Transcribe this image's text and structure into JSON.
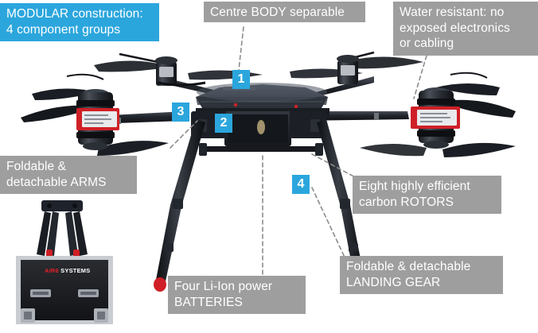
{
  "title": "AIR6 SYSTEMS modular drone annotated diagram",
  "colors": {
    "accent_blue": "#2ba6dd",
    "callout_gray": "#9e9e9e",
    "callout_text": "#ffffff",
    "brand_red": "#e02027",
    "body_dark": "#1e222a",
    "leader_line": "#8c8c8c",
    "background": "#ffffff"
  },
  "callouts": {
    "modular": {
      "text": "MODULAR construction:\n4 component groups",
      "style": "accent"
    },
    "centre_body": {
      "text": "Centre BODY separable",
      "style": "gray"
    },
    "water_resistant": {
      "text": "Water resistant: no\nexposed electronics\nor cabling",
      "style": "gray"
    },
    "arms": {
      "text": "Foldable &\ndetachable ARMS",
      "style": "gray"
    },
    "rotors": {
      "text": "Eight highly efficient\ncarbon ROTORS",
      "style": "gray"
    },
    "landing_gear": {
      "text": "Foldable & detachable\nLANDING GEAR",
      "style": "gray"
    },
    "batteries": {
      "text": "Four Li-Ion power\nBATTERIES",
      "style": "gray"
    }
  },
  "badges": [
    {
      "number": "1",
      "refers_to": "Centre BODY separable"
    },
    {
      "number": "2",
      "refers_to": "Four Li-Ion power BATTERIES"
    },
    {
      "number": "3",
      "refers_to": "Foldable & detachable ARMS"
    },
    {
      "number": "4",
      "refers_to": "Foldable & detachable LANDING GEAR"
    }
  ],
  "case": {
    "brand": "AIR6",
    "brand_suffix": " SYSTEMS"
  }
}
